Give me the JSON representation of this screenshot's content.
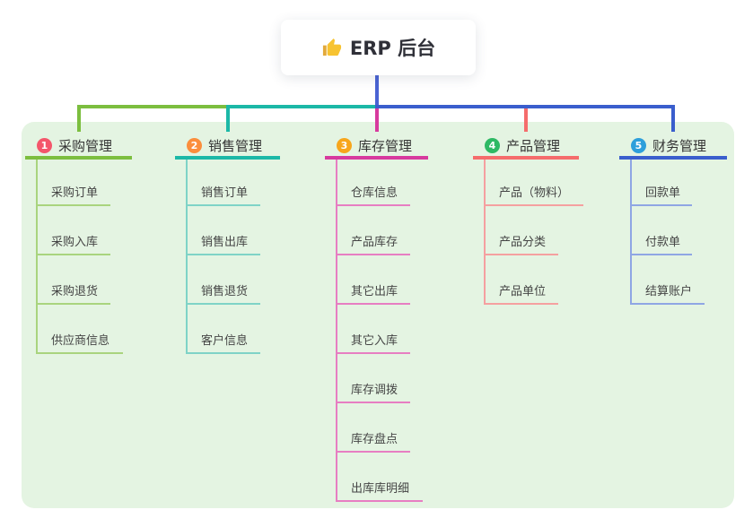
{
  "root": {
    "icon": "thumbs-up",
    "label": "ERP 后台"
  },
  "branches": [
    {
      "num": "1",
      "label": "采购管理",
      "badge_color": "#f4566b",
      "line_color": "#7cbe3f",
      "child_line_color": "#a9d47e",
      "children": [
        "采购订单",
        "采购入库",
        "采购退货",
        "供应商信息"
      ]
    },
    {
      "num": "2",
      "label": "销售管理",
      "badge_color": "#fb8e3c",
      "line_color": "#1cb8a7",
      "child_line_color": "#7fd3c7",
      "children": [
        "销售订单",
        "销售出库",
        "销售退货",
        "客户信息"
      ]
    },
    {
      "num": "3",
      "label": "库存管理",
      "badge_color": "#f7a61c",
      "line_color": "#d73a9e",
      "child_line_color": "#e77ec2",
      "children": [
        "仓库信息",
        "产品库存",
        "其它出库",
        "其它入库",
        "库存调拨",
        "库存盘点",
        "出库库明细"
      ]
    },
    {
      "num": "4",
      "label": "产品管理",
      "badge_color": "#2eb964",
      "line_color": "#f56c6c",
      "child_line_color": "#f5a0a0",
      "children": [
        "产品（物料）",
        "产品分类",
        "产品单位"
      ]
    },
    {
      "num": "5",
      "label": "财务管理",
      "badge_color": "#2d9fdb",
      "line_color": "#3a5ecd",
      "child_line_color": "#8fa6e4",
      "children": [
        "回款单",
        "付款单",
        "结算账户"
      ]
    }
  ],
  "colors": {
    "panel_bg": "#e4f4e2",
    "root_line": "#4a63d3",
    "root_text": "#2f3038",
    "thumb_yellow": "#f7c331",
    "thumb_sleeve": "#e2a93b"
  }
}
